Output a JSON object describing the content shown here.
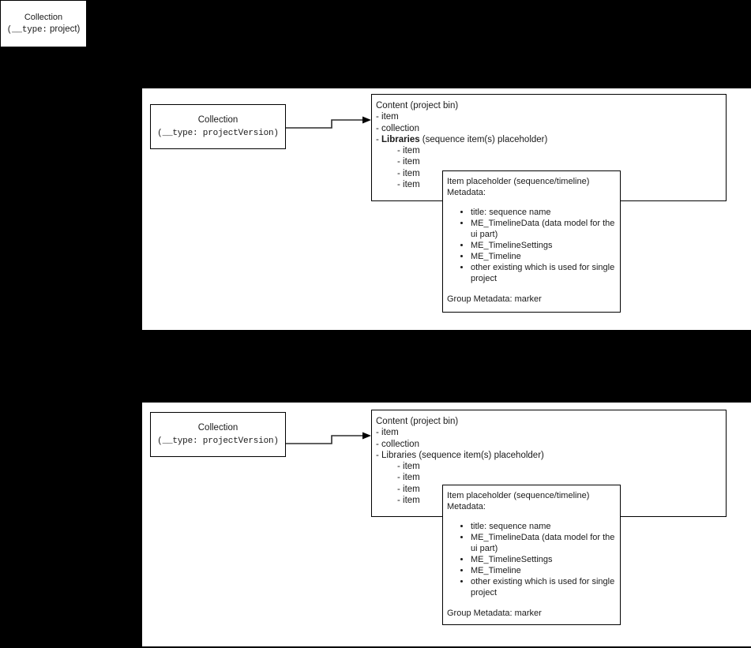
{
  "diagram": {
    "background_color": "#000000",
    "panel_color": "#ffffff",
    "line_color": "#000000",
    "text_color": "#1a1a1a"
  },
  "project_box": {
    "line1": "Collection",
    "line2_prefix": "(__type:",
    "line2_value": " project)"
  },
  "sections": [
    {
      "id": "top",
      "collection_box": {
        "line1": "Collection",
        "line2_prefix": "(__type:",
        "line2_value": " projectVersion)"
      },
      "content_box": {
        "title": "Content (project bin)",
        "rows": [
          {
            "text": "- item",
            "indent": false,
            "bold": false
          },
          {
            "text": "- collection",
            "indent": false,
            "bold": false
          }
        ],
        "libraries_row": {
          "dash": "- ",
          "bold_label": "Libraries",
          "suffix": " (sequence item(s) placeholder)",
          "bold": true
        },
        "sub_items": [
          "- item",
          "- item",
          "- item",
          "- item"
        ]
      },
      "meta_box": {
        "title": "Item placeholder (sequence/timeline)",
        "subtitle": "Metadata:",
        "bullets": [
          "title: sequence name",
          "ME_TimelineData (data model for the ui part)",
          "ME_TimelineSettings",
          "ME_Timeline",
          "other existing which is used for single project"
        ],
        "footer": "Group Metadata: marker"
      }
    },
    {
      "id": "bottom",
      "collection_box": {
        "line1": "Collection",
        "line2_prefix": "(__type:",
        "line2_value": " projectVersion)"
      },
      "content_box": {
        "title": "Content (project bin)",
        "rows": [
          {
            "text": "- item",
            "indent": false,
            "bold": false
          },
          {
            "text": "- collection",
            "indent": false,
            "bold": false
          }
        ],
        "libraries_row": {
          "dash": "- ",
          "bold_label": "Libraries",
          "suffix": " (sequence item(s) placeholder)",
          "bold": false
        },
        "sub_items": [
          "- item",
          "- item",
          "- item",
          "- item"
        ]
      },
      "meta_box": {
        "title": "Item placeholder (sequence/timeline)",
        "subtitle": "Metadata:",
        "bullets": [
          "title: sequence name",
          "ME_TimelineData (data model for the ui part)",
          "ME_TimelineSettings",
          "ME_Timeline",
          "other existing which is used for single project"
        ],
        "footer": "Group Metadata: marker"
      }
    }
  ]
}
